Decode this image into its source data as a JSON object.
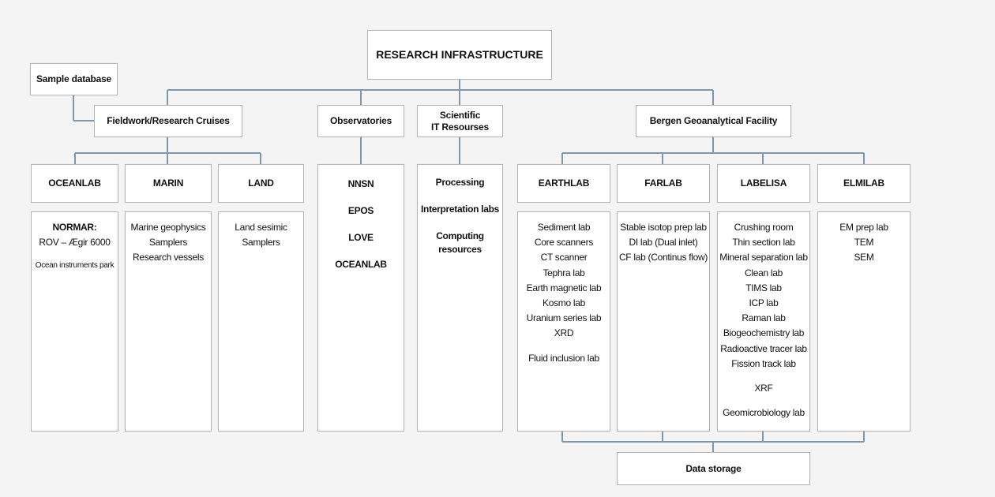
{
  "top": {
    "title": "RESEARCH INFRASTRUCTURE"
  },
  "sample_database": {
    "label": "Sample database"
  },
  "categories": {
    "fieldwork": {
      "label": "Fieldwork/Research Cruises"
    },
    "observatories": {
      "label": "Observatories"
    },
    "scientific_it": {
      "line1": "Scientific",
      "line2": "IT Resourses"
    },
    "bergen": {
      "label": "Bergen Geoanalytical Facility"
    }
  },
  "fieldwork": {
    "oceanlab": {
      "label": "OCEANLAB",
      "items": [
        "NORMAR:",
        "ROV – Ægir 6000",
        "Ocean instruments park"
      ]
    },
    "marin": {
      "label": "MARIN",
      "items": [
        "Marine geophysics",
        "Samplers",
        "Research vessels"
      ]
    },
    "land": {
      "label": "LAND",
      "items": [
        "Land sesimic",
        "Samplers"
      ]
    }
  },
  "observatories": {
    "items": [
      "NNSN",
      "EPOS",
      "LOVE",
      "OCEANLAB"
    ]
  },
  "scientific_it": {
    "items": [
      "Processing",
      "Interpretation labs",
      "Computing",
      "resources"
    ]
  },
  "bergen": {
    "earthlab": {
      "label": "EARTHLAB",
      "items": [
        "Sediment lab",
        "Core scanners",
        "CT scanner",
        "Tephra lab",
        "Earth magnetic lab",
        "Kosmo lab",
        "Uranium series lab",
        "XRD",
        "Fluid inclusion lab"
      ]
    },
    "farlab": {
      "label": "FARLAB",
      "items": [
        "Stable isotop prep lab",
        "DI lab (Dual inlet)",
        "CF lab (Continus flow)"
      ]
    },
    "labelisa": {
      "label": "LABELISA",
      "items": [
        "Crushing room",
        "Thin section lab",
        "Mineral separation lab",
        "Clean lab",
        "TIMS lab",
        "ICP lab",
        "Raman lab",
        "Biogeochemistry lab",
        "Radioactive tracer lab",
        "Fission track lab",
        "XRF",
        "Geomicrobiology lab"
      ]
    },
    "elmilab": {
      "label": "ELMILAB",
      "items": [
        "EM prep lab",
        "TEM",
        "SEM"
      ]
    }
  },
  "data_storage": {
    "label": "Data storage"
  },
  "colors": {
    "connector": "#7f97aa",
    "box_border": "#b5b5b5",
    "background": "#f4f4f4"
  }
}
